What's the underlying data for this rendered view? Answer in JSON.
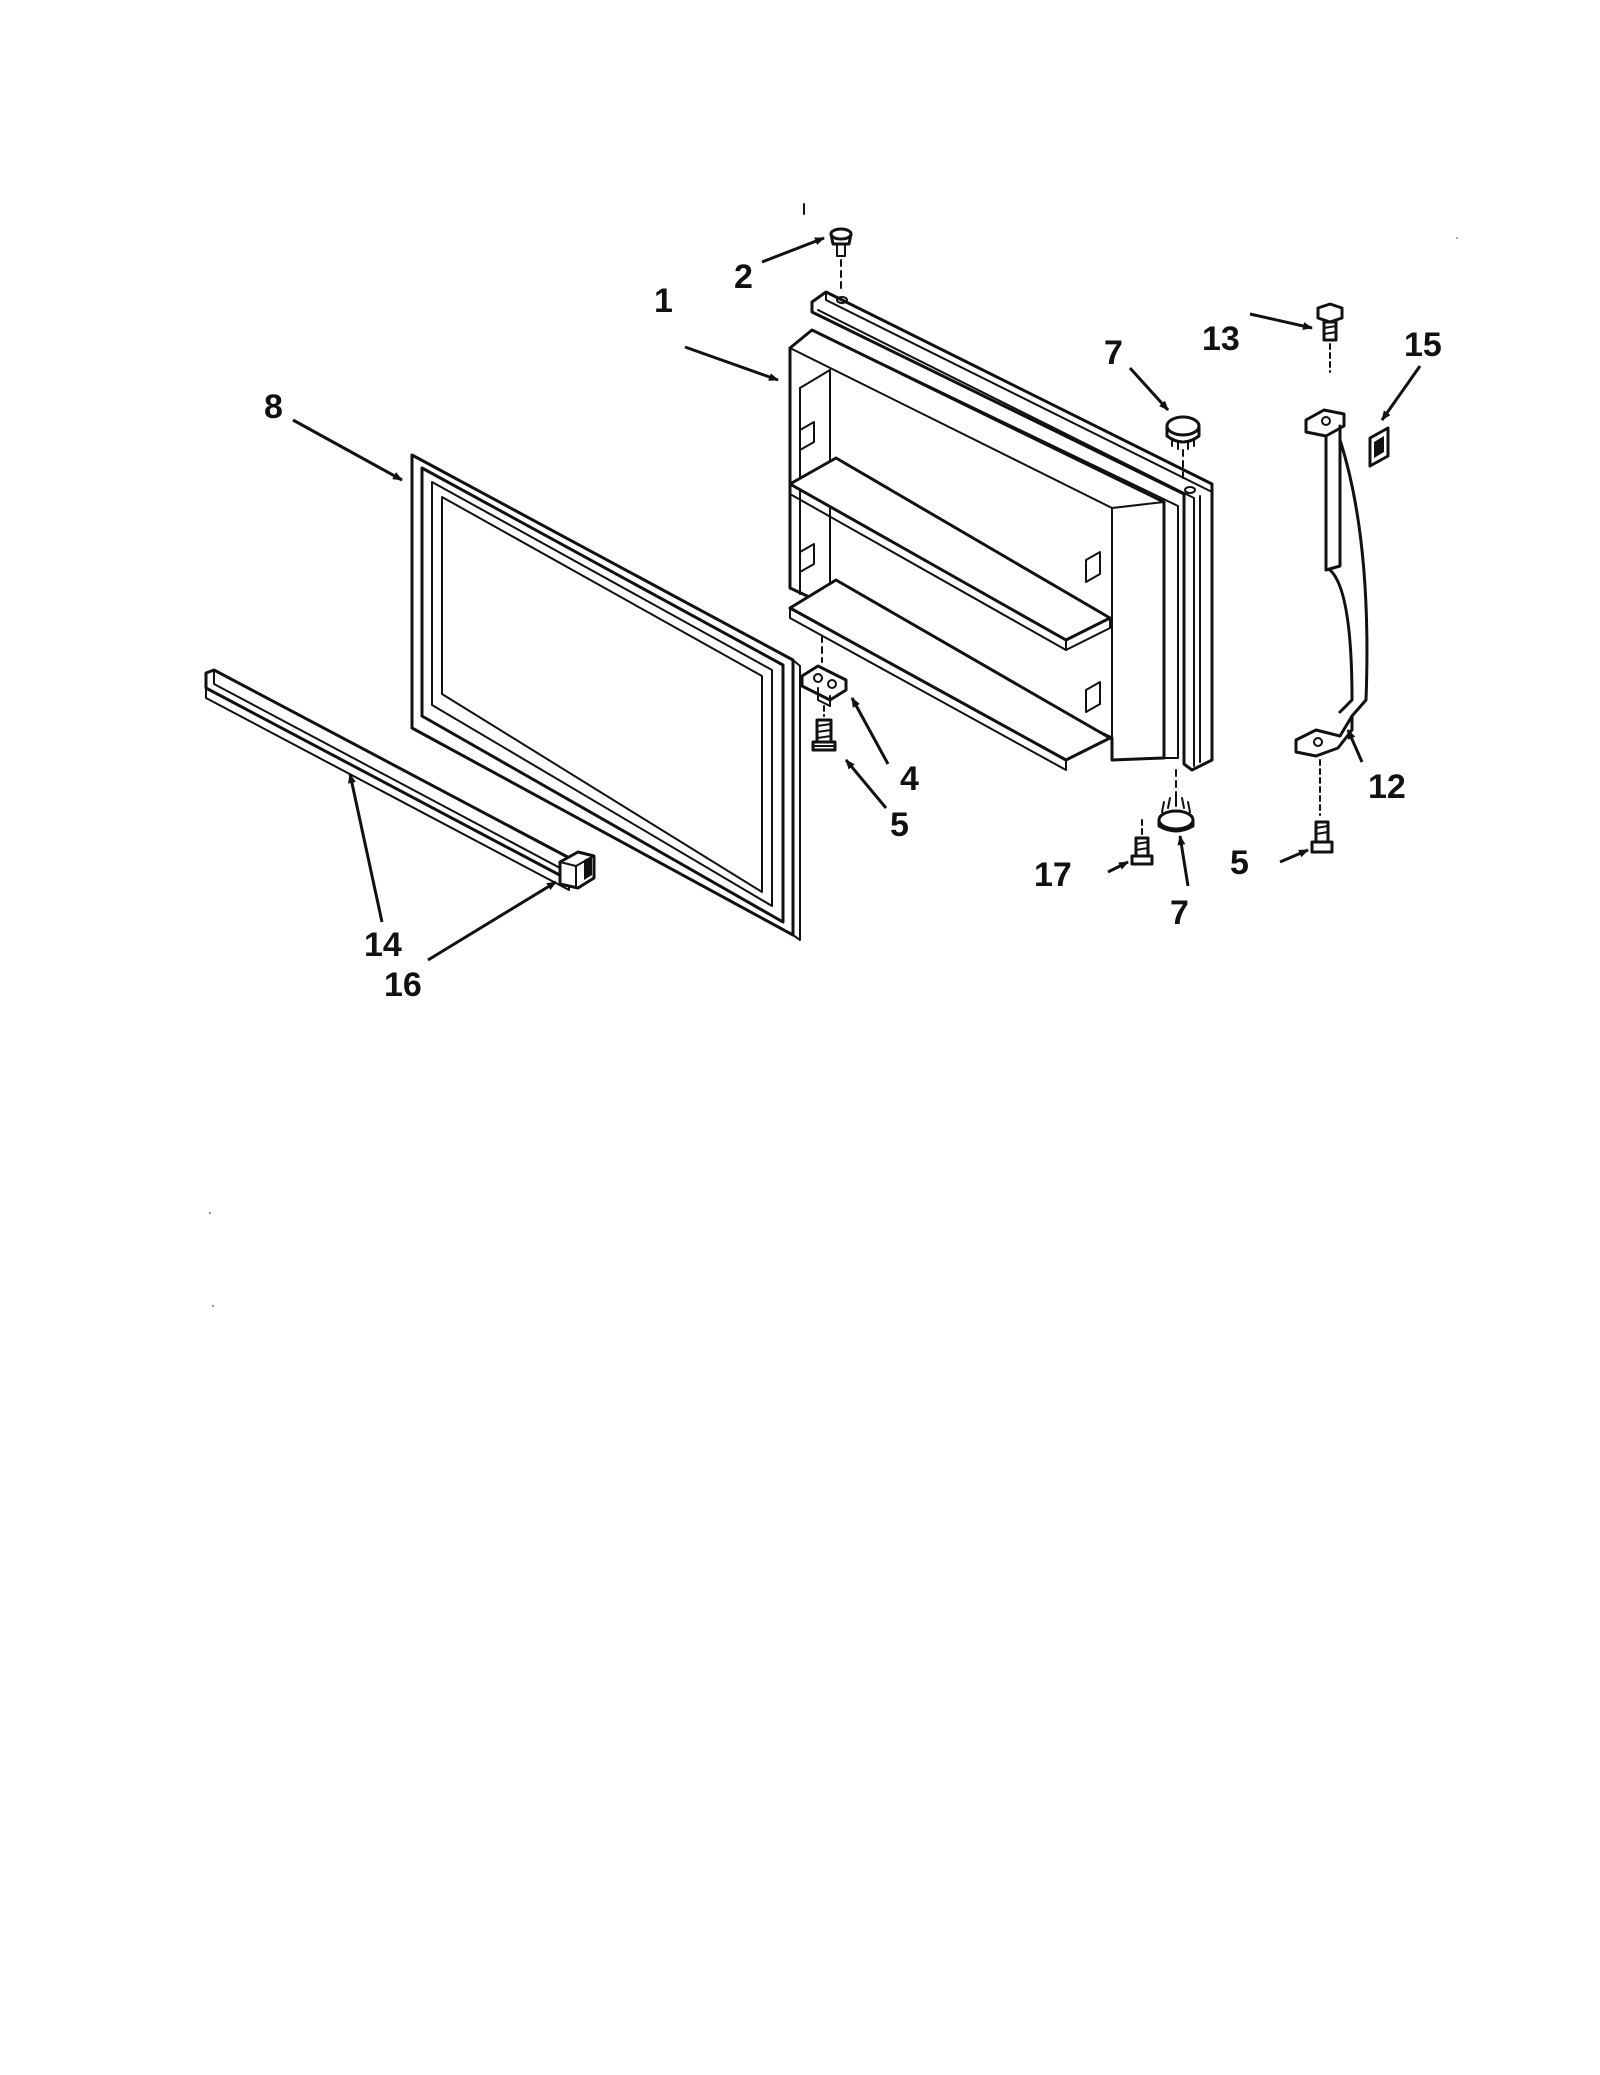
{
  "callouts": {
    "c1": "1",
    "c2": "2",
    "c4": "4",
    "c5a": "5",
    "c5b": "5",
    "c7a": "7",
    "c7b": "7",
    "c8": "8",
    "c12": "12",
    "c13": "13",
    "c14": "14",
    "c15": "15",
    "c16": "16",
    "c17": "17"
  },
  "colors": {
    "ink": "#111111",
    "paper": "#ffffff"
  }
}
